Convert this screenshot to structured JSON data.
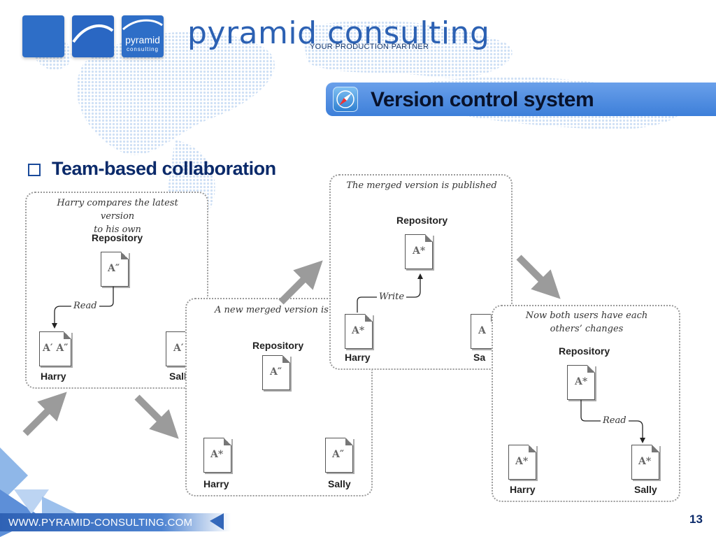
{
  "header": {
    "logo_word": "pyramid",
    "logo_sub": "consulting",
    "brand_first": "pyramid",
    "brand_second": "consulting",
    "tagline": "YOUR PRODUCTION PARTNER"
  },
  "title": {
    "icon": "compass-icon",
    "text": "Version control system"
  },
  "bullet": {
    "icon": "checkbox-icon",
    "text": "Team-based collaboration"
  },
  "panels": [
    {
      "caption": "Harry compares the latest version\nto his own",
      "repo_label": "Repository",
      "repo_doc": "A″",
      "connector": "Read",
      "user1_label": "Harry",
      "user1_doc": "A′ A″",
      "user2_label": "Sally",
      "user2_doc": "A′"
    },
    {
      "caption": "A new merged version is cre",
      "repo_label": "Repository",
      "repo_doc": "A″",
      "user1_label": "Harry",
      "user1_doc": "A*",
      "user2_label": "Sally",
      "user2_doc": "A″"
    },
    {
      "caption": "The merged version is published",
      "repo_label": "Repository",
      "repo_doc": "A*",
      "connector": "Write",
      "user1_label": "Harry",
      "user1_doc": "A*",
      "user2_label": "Sa",
      "user2_doc": "A"
    },
    {
      "caption": "Now both users have each\nothers’ changes",
      "repo_label": "Repository",
      "repo_doc": "A*",
      "connector": "Read",
      "user1_label": "Harry",
      "user1_doc": "A*",
      "user2_label": "Sally",
      "user2_doc": "A*"
    }
  ],
  "footer": {
    "url": "WWW.PYRAMID-CONSULTING.COM",
    "page_number": "13"
  },
  "colors": {
    "brand_blue": "#2c61b3",
    "title_bar": "#4a88dd",
    "title_text": "#08122b",
    "arrow_gray": "#9b9b9b"
  }
}
